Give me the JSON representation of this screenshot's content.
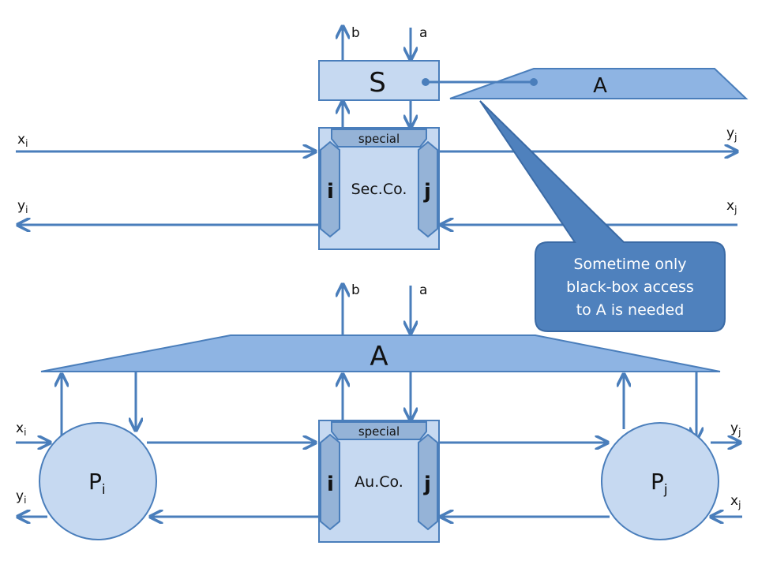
{
  "top": {
    "s_label": "S",
    "a_label": "A",
    "b_label": "b",
    "a_port_label": "a",
    "special_label": "special",
    "box_label": "Sec.Co.",
    "i_label": "i",
    "j_label": "j",
    "xi_label": "x",
    "xi_sub": "i",
    "yi_label": "y",
    "yi_sub": "i",
    "yj_label": "y",
    "yj_sub": "j",
    "xj_label": "x",
    "xj_sub": "j"
  },
  "callout": {
    "line1": "Sometime only",
    "line2": "black-box  access",
    "line3": "to A is needed"
  },
  "bottom": {
    "a_label": "A",
    "b_label": "b",
    "a_port_label": "a",
    "special_label": "special",
    "box_label": "Au.Co.",
    "i_label": "i",
    "j_label": "j",
    "pi_label": "P",
    "pi_sub": "i",
    "pj_label": "P",
    "pj_sub": "j",
    "xi_label": "x",
    "xi_sub": "i",
    "yi_label": "y",
    "yi_sub": "i",
    "yj_label": "y",
    "yj_sub": "j",
    "xj_label": "x",
    "xj_sub": "j"
  },
  "colors": {
    "arrow": "#4a7ebb",
    "box_fill": "#c6d9f1",
    "box_stroke": "#4a7ebb",
    "trap_fill": "#8eb4e3",
    "side_fill": "#95b3d7",
    "callout_fill": "#4f81bd",
    "callout_text": "#ffffff"
  }
}
